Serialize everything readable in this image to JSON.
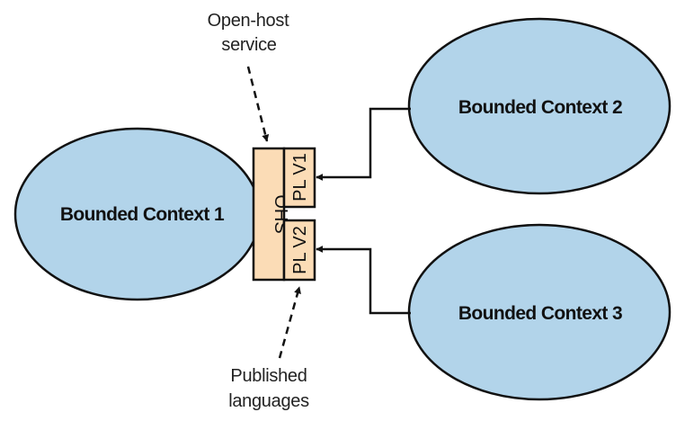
{
  "colors": {
    "context_fill": "#b2d4ea",
    "interface_fill": "#fbdcb6",
    "stroke": "#111111",
    "background": "#ffffff"
  },
  "contexts": [
    {
      "id": "bc1",
      "label": "Bounded Context 1"
    },
    {
      "id": "bc2",
      "label": "Bounded Context 2"
    },
    {
      "id": "bc3",
      "label": "Bounded Context 3"
    }
  ],
  "interfaces": {
    "ohs": {
      "label": "OHS"
    },
    "pl_v1": {
      "label": "PL V1"
    },
    "pl_v2": {
      "label": "PL V2"
    }
  },
  "annotations": {
    "open_host": {
      "line1": "Open-host",
      "line2": "service"
    },
    "published": {
      "line1": "Published",
      "line2": "languages"
    }
  },
  "connections": [
    {
      "from": "bc2",
      "to": "pl_v1",
      "style": "solid-arrow"
    },
    {
      "from": "bc3",
      "to": "pl_v2",
      "style": "solid-arrow"
    },
    {
      "from": "open_host",
      "to": "ohs",
      "style": "dashed-arrow"
    },
    {
      "from": "published",
      "to": "pl_v2",
      "style": "dashed-arrow"
    }
  ]
}
